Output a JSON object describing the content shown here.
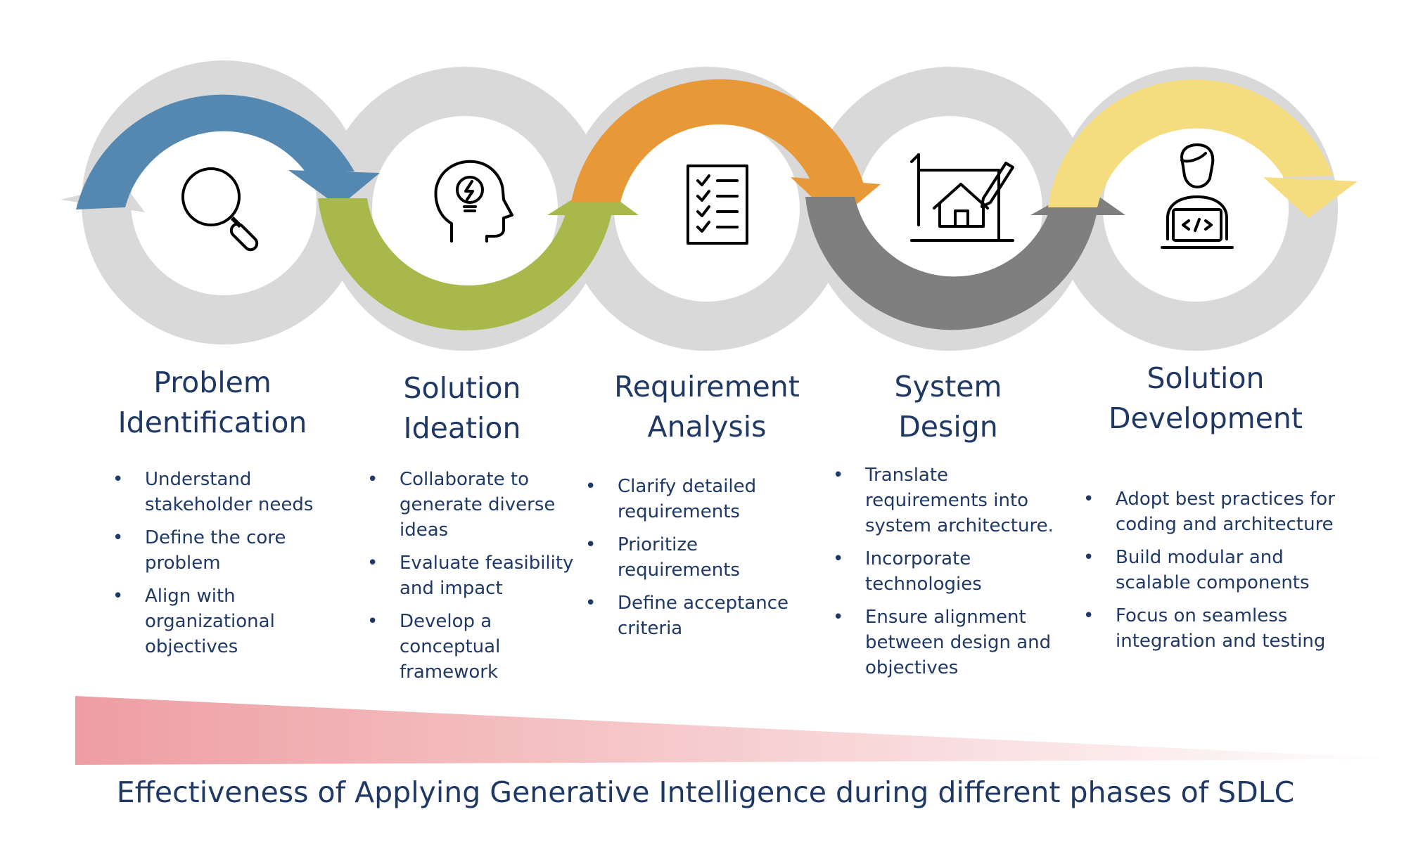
{
  "colors": {
    "ring": "#d9d9d9",
    "blue": "#5588b0",
    "green": "#a8b84a",
    "orange": "#e89837",
    "gray": "#7f7f7f",
    "yellow": "#f5dc7e",
    "text": "#1f3864",
    "wedge": "#ee9ea2"
  },
  "phases": [
    {
      "title": "Problem\nIdentification",
      "icon": "magnifier-icon",
      "bullets": [
        "Understand stakeholder needs",
        "Define the core problem",
        "Align with organizational objectives"
      ]
    },
    {
      "title": "Solution\nIdeation",
      "icon": "lightbulb-head-icon",
      "bullets": [
        "Collaborate to generate diverse ideas",
        "Evaluate feasibility and impact",
        "Develop a conceptual framework"
      ]
    },
    {
      "title": "Requirement\nAnalysis",
      "icon": "checklist-icon",
      "bullets": [
        "Clarify detailed requirements",
        "Prioritize requirements",
        "Define acceptance criteria"
      ]
    },
    {
      "title": "System\nDesign",
      "icon": "house-blueprint-icon",
      "bullets": [
        "Translate requirements into system architecture.",
        "Incorporate technologies",
        "Ensure alignment between design and objectives"
      ]
    },
    {
      "title": "Solution\nDevelopment",
      "icon": "developer-laptop-icon",
      "bullets": [
        "Adopt best practices for coding and architecture",
        "Build modular and scalable components",
        "Focus on seamless integration and testing"
      ]
    }
  ],
  "footer": {
    "caption": "Effectiveness of Applying Generative Intelligence during different phases of SDLC"
  }
}
